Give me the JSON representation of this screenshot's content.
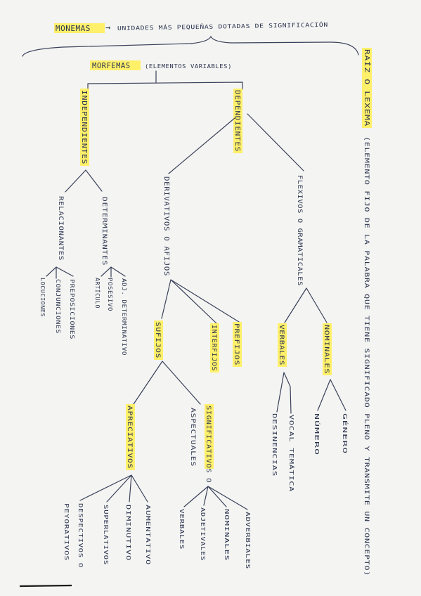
{
  "title": {
    "term": "MONEMAS",
    "arrow": "→",
    "definition": "UNIDADES MÁS PEQUEÑAS DOTADAS DE SIGNIFICACIÓN"
  },
  "root": {
    "term": "RAÍZ O LEXEMA",
    "definition": "(ELEMENTO FIJO DE LA PALABRA QUE TIENE SIGNIFICADO PLENO Y TRANSMITE UN CONCEPTO)"
  },
  "morfemas": {
    "term": "MORFEMAS",
    "note": "(ELEMENTOS VARIABLES)"
  },
  "nodes": {
    "independientes": "INDEPENDIENTES",
    "dependientes": "DEPENDIENTES",
    "relacionantes": "RELACIONANTES",
    "determinantes": "DETERMINANTES",
    "preposiciones": "PREPOSICIONES",
    "conjunciones": "CONJUNCIONES",
    "locuciones": "LOCUCIONES",
    "adj_determinativo": "ADJ. DETERMINATIVO",
    "posesivo": "POSESIVO",
    "articulo": "ARTÍCULO",
    "derivativos": "DERIVATIVOS O AFIJOS",
    "flexivos": "FLEXIVOS O GRAMATICALES",
    "sufijos": "SUFIJOS",
    "interfijos": "INTERFIJOS",
    "prefijos": "PREFIJOS",
    "apreciativos": "APRECIATIVOS",
    "significativos": "SIGNIFICATIVOS O",
    "aspectuales": "ASPECTUALES",
    "despectivos": "DESPECTIVOS O",
    "peyorativos": "PEYORATIVOS",
    "superlativos": "SUPERLATIVOS",
    "diminutivo": "DIMINUTIVO",
    "aumentativo": "AUMENTATIVO",
    "verbales": "VERBALES",
    "adjetivales": "ADJETIVALES",
    "nominales": "NOMINALES",
    "adverbiales": "ADVERBIALES",
    "flex_verbales": "VERBALES",
    "flex_nominales": "NOMINALES",
    "desinencias": "DESINENCIAS",
    "vocal_tematica": "VOCAL TEMÁTICA",
    "numero": "NÚMERO",
    "genero": "GÉNERO"
  },
  "colors": {
    "highlight": "#fff06a",
    "ink": "#2c3550",
    "paper": "#f4f4f2"
  }
}
